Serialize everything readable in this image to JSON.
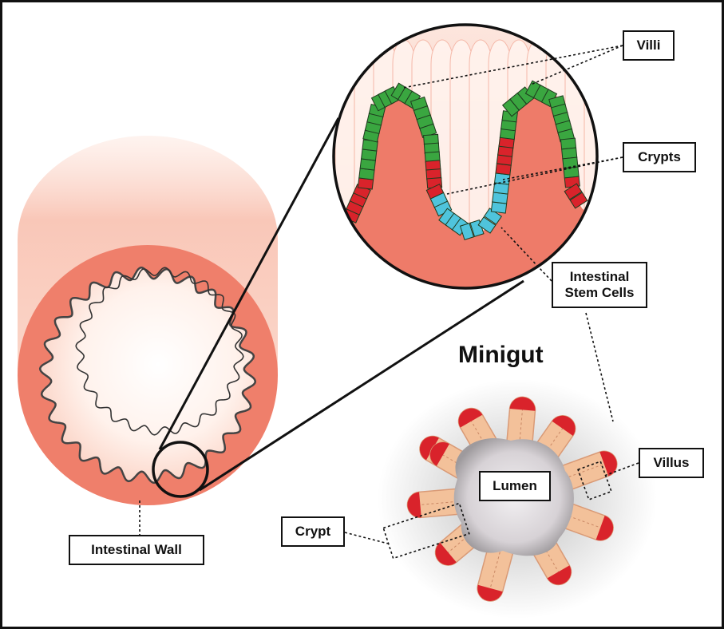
{
  "labels": {
    "villi": "Villi",
    "crypts": "Crypts",
    "stem_cells_line1": "Intestinal",
    "stem_cells_line2": "Stem Cells",
    "intestinal_wall": "Intestinal Wall",
    "minigut_title": "Minigut",
    "lumen": "Lumen",
    "villus": "Villus",
    "crypt": "Crypt"
  },
  "colors": {
    "tissue": "#ee7b69",
    "tissue_light": "#fbd4c8",
    "epithelium": "#3aa640",
    "crypt_cells": "#d9232b",
    "stem_cells": "#4fc4dc",
    "organoid_body": "#f3c19a"
  }
}
